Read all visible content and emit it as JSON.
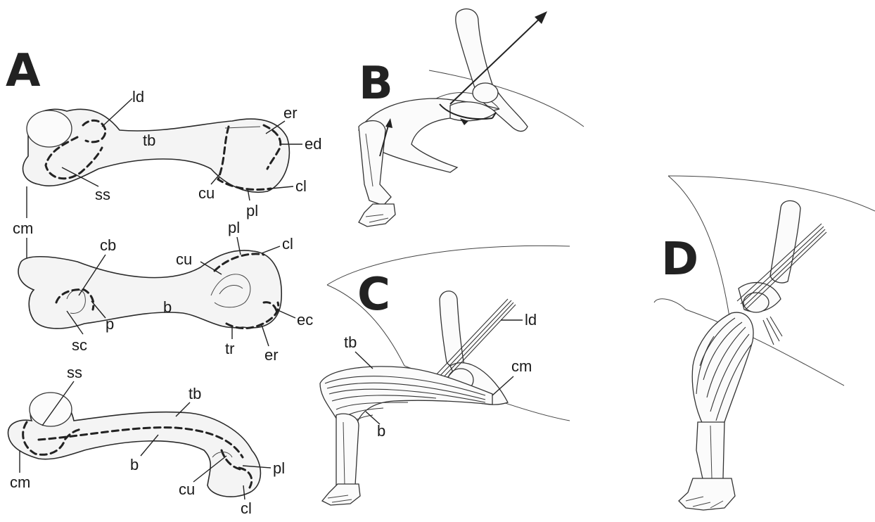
{
  "panels": {
    "A": {
      "letter": "A",
      "top_labels": [
        "ld",
        "tb",
        "er",
        "ed",
        "ss",
        "cu",
        "pl",
        "cl",
        "cm"
      ],
      "mid_labels": [
        "cb",
        "pl",
        "cl",
        "cu",
        "b",
        "p",
        "sc",
        "ec",
        "tr",
        "er"
      ],
      "bottom_labels": [
        "ss",
        "tb",
        "b",
        "cm",
        "cu",
        "pl",
        "cl"
      ]
    },
    "B": {
      "letter": "B"
    },
    "C": {
      "letter": "C",
      "labels": [
        "ld",
        "tb",
        "cm",
        "b"
      ]
    },
    "D": {
      "letter": "D"
    }
  }
}
